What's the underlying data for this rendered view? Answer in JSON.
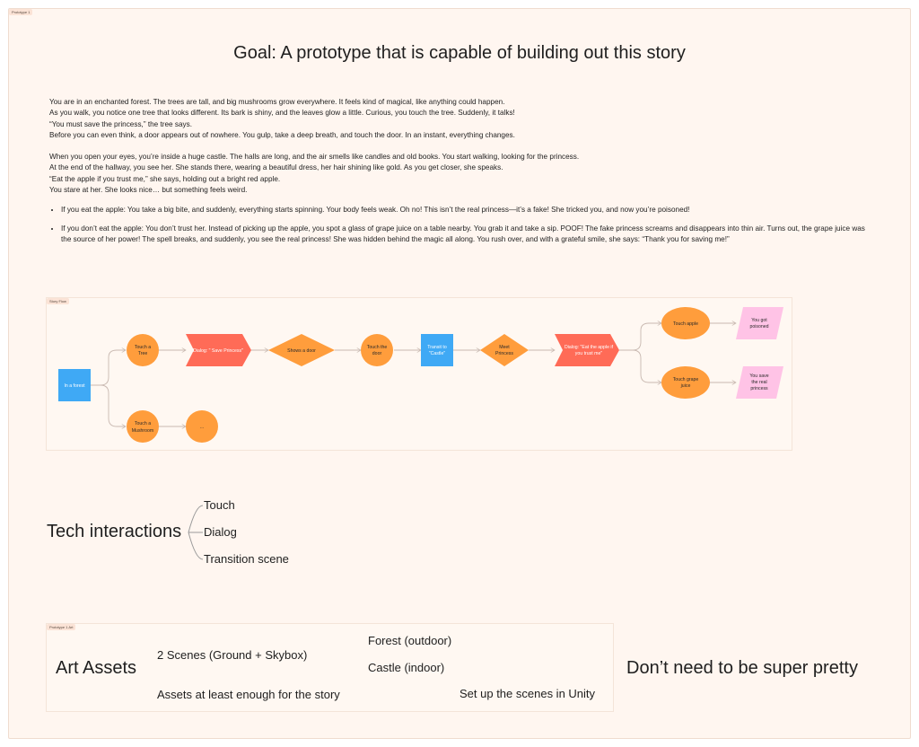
{
  "frames": {
    "prototype_tag": "Prototype 1",
    "story_flow_tag": "Story Flow",
    "art_tag": "Prototype 1 Art"
  },
  "goal": "Goal: A prototype that is capable of building out this story",
  "story": {
    "p1": [
      "You are in an enchanted forest. The trees are tall, and big mushrooms grow everywhere. It feels kind of magical, like anything could happen.",
      "As you walk, you notice one tree that looks different. Its bark is shiny, and the leaves glow a little. Curious, you touch the tree. Suddenly, it talks!",
      "“You must save the princess,” the tree says.",
      "Before you can even think, a door appears out of nowhere. You gulp, take a deep breath, and touch the door. In an instant, everything changes."
    ],
    "p2": [
      "When you open your eyes, you’re inside a huge castle. The halls are long, and the air smells like candles and old books. You start walking, looking for the princess.",
      "At the end of the hallway, you see her. She stands there, wearing a beautiful dress, her hair shining like gold. As you get closer, she speaks.",
      "“Eat the apple if you trust me,” she says, holding out a bright red apple.",
      "You stare at her. She looks nice… but something feels weird."
    ],
    "bullets": [
      "If you eat the apple: You take a big bite, and suddenly, everything starts spinning. Your body feels weak. Oh no! This isn’t the real princess—it’s a fake! She tricked you, and now you’re poisoned!",
      "If you don’t eat the apple: You don’t trust her. Instead of picking up the apple, you spot a glass of grape juice on a table nearby. You grab it and take a sip. POOF! The fake princess screams and disappears into thin air. Turns out, the grape juice was the source of her power! The spell breaks, and suddenly, you see the real princess! She was hidden behind the magic all along. You rush over, and with a grateful smile, she says: “Thank you for saving me!”"
    ]
  },
  "flow": {
    "nodes": [
      {
        "id": "in-forest",
        "label": [
          "In a forest"
        ]
      },
      {
        "id": "touch-tree",
        "label": [
          "Touch a",
          "Tree"
        ]
      },
      {
        "id": "touch-mushroom",
        "label": [
          "Touch a",
          "Mushroom"
        ]
      },
      {
        "id": "ellipsis",
        "label": [
          "..."
        ]
      },
      {
        "id": "dialog-save",
        "label": [
          "Dialog: \" Save Princess\""
        ]
      },
      {
        "id": "shows-door",
        "label": [
          "Shows a door"
        ]
      },
      {
        "id": "touch-door",
        "label": [
          "Touch the",
          "door"
        ]
      },
      {
        "id": "transit-castle",
        "label": [
          "Transit to",
          "\"Castle\""
        ]
      },
      {
        "id": "meet-princess",
        "label": [
          "Meet",
          "Princess"
        ]
      },
      {
        "id": "dialog-apple",
        "label": [
          "Dialog: \"Eat the apple if",
          "you trust me\""
        ]
      },
      {
        "id": "touch-apple",
        "label": [
          "Touch apple"
        ]
      },
      {
        "id": "touch-grape",
        "label": [
          "Touch grape",
          "juice"
        ]
      },
      {
        "id": "poisoned",
        "label": [
          "You got",
          "poisoned"
        ]
      },
      {
        "id": "saved",
        "label": [
          "You save",
          "the real",
          "princess"
        ]
      }
    ],
    "colors": {
      "blue": "#3fa9f5",
      "orange": "#ff9d3c",
      "red": "#ff6b57",
      "pink": "#ffc3e6",
      "edge": "#c8b8b0"
    }
  },
  "tech": {
    "title": "Tech interactions",
    "items": [
      "Touch",
      "Dialog",
      "Transition scene"
    ]
  },
  "art": {
    "title": "Art Assets",
    "scenes": "2 Scenes (Ground + Skybox)",
    "forest": "Forest (outdoor)",
    "castle": "Castle (indoor)",
    "assets": "Assets at least enough for the story",
    "unity": "Set up the scenes in Unity"
  },
  "note": "Don’t need to be super pretty"
}
